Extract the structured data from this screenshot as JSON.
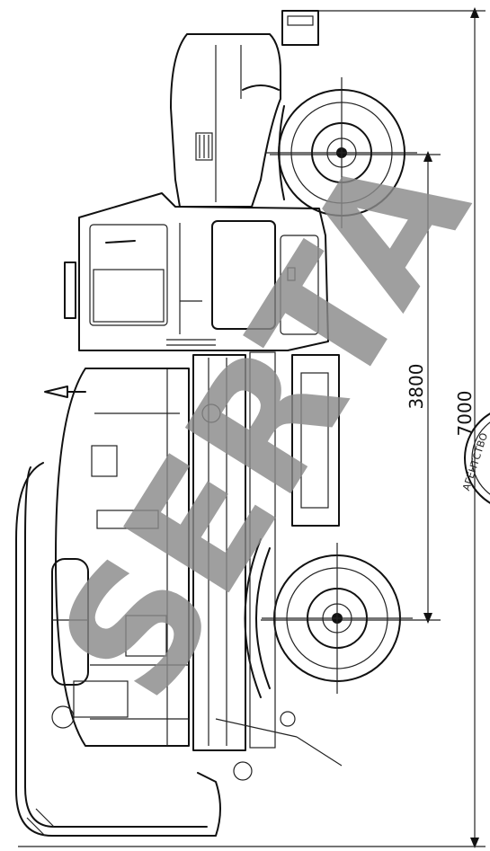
{
  "dimensions": {
    "wheelbase_label": "3800",
    "overall_length_label": "7000"
  },
  "stamp": {
    "text": "АГЕНТСТВО"
  },
  "watermark": {
    "text": "SERTA"
  },
  "colors": {
    "ink": "#111111",
    "paper": "#ffffff",
    "watermark": "#8a8a8a"
  }
}
